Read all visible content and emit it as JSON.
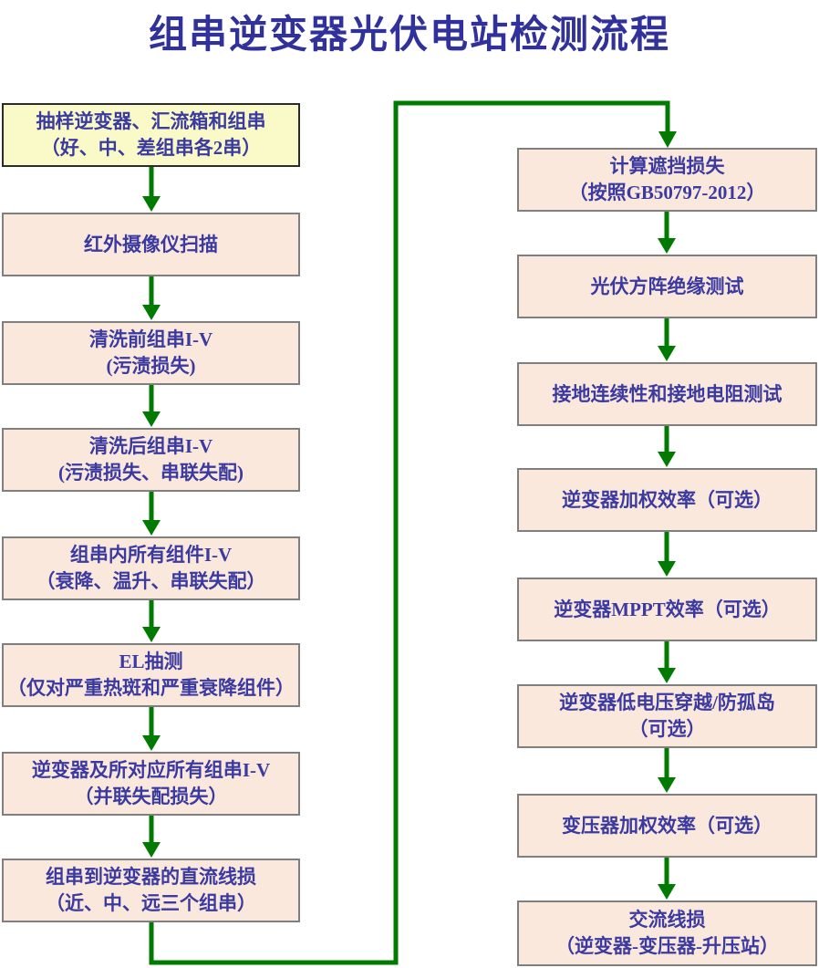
{
  "title": "组串逆变器光伏电站检测流程",
  "colors": {
    "title_text": "#31319c",
    "box_text": "#3a3aa0",
    "box_fill": "#fbe8dc",
    "box_border": "#7f7f7f",
    "start_fill": "#fafac8",
    "start_border": "#2b2b2b",
    "arrow": "#007a00",
    "page_bg": "#ffffff"
  },
  "flowchart": {
    "left_steps": [
      {
        "lines": [
          "抽样逆变器、汇流箱和组串",
          "（好、中、差组串各2串）"
        ]
      },
      {
        "lines": [
          "红外摄像仪扫描"
        ]
      },
      {
        "lines": [
          "清洗前组串I-V",
          "(污渍损失)"
        ]
      },
      {
        "lines": [
          "清洗后组串I-V",
          "(污渍损失、串联失配)"
        ]
      },
      {
        "lines": [
          "组串内所有组件I-V",
          "（衰降、温升、串联失配）"
        ]
      },
      {
        "lines": [
          "EL抽测",
          "（仅对严重热斑和严重衰降组件）"
        ]
      },
      {
        "lines": [
          "逆变器及所对应所有组串I-V",
          "（并联失配损失）"
        ]
      },
      {
        "lines": [
          "组串到逆变器的直流线损",
          "（近、中、远三个组串）"
        ]
      }
    ],
    "right_steps": [
      {
        "lines": [
          "计算遮挡损失",
          "（按照GB50797-2012）"
        ]
      },
      {
        "lines": [
          "光伏方阵绝缘测试"
        ]
      },
      {
        "lines": [
          "接地连续性和接地电阻测试"
        ]
      },
      {
        "lines": [
          "逆变器加权效率（可选）"
        ]
      },
      {
        "lines": [
          "逆变器MPPT效率（可选）"
        ]
      },
      {
        "lines": [
          "逆变器低电压穿越/防孤岛",
          "（可选）"
        ]
      },
      {
        "lines": [
          "变压器加权效率（可选）"
        ]
      },
      {
        "lines": [
          "交流线损",
          "（逆变器-变压器-升压站）"
        ]
      }
    ]
  }
}
